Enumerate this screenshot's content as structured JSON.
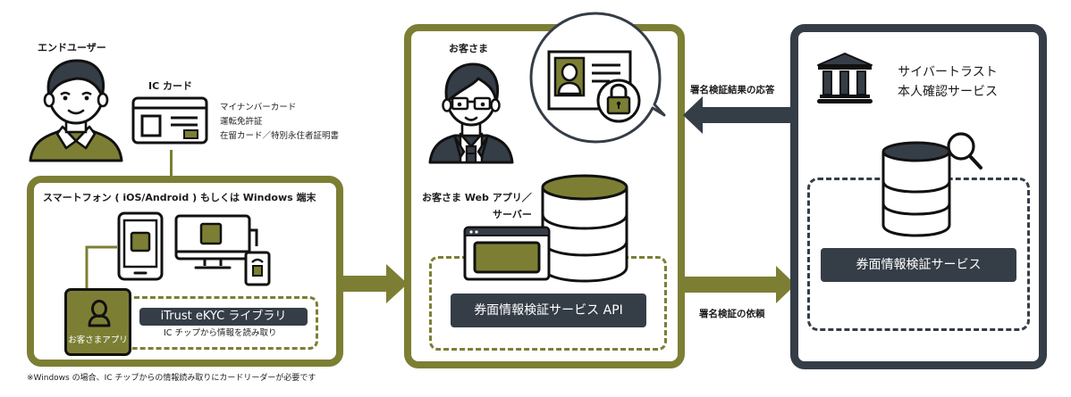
{
  "colors": {
    "olive": "#7c7f33",
    "dark": "#353d47",
    "white": "#ffffff"
  },
  "end_user": {
    "title": "エンドユーザー",
    "icon": "person-icon"
  },
  "ic_card": {
    "title": "IC カード",
    "icon": "id-card-icon",
    "types": [
      "マイナンバーカード",
      "運転免許証",
      "在留カード／特別永住者証明書"
    ]
  },
  "device_box": {
    "title": "スマートフォン ( iOS/Android ) もしくは Windows 端末",
    "icons": [
      "smartphone-icon",
      "monitor-icon",
      "card-reader-icon"
    ],
    "app_label": "お客さまアプリ",
    "library_label": "iTrust eKYC ライブラリ",
    "library_caption": "IC チップから情報を読み取り",
    "footnote": "※Windows の場合、IC チップからの情報読み取りにカードリーダーが必要です"
  },
  "customer_box": {
    "title": "お客さま",
    "web_label_line1": "お客さま Web アプリ／",
    "web_label_line2": "サーバー",
    "api_label": "券面情報検証サービス API",
    "icons": [
      "businessman-icon",
      "id-card-lock-icon",
      "database-icon",
      "browser-window-icon"
    ]
  },
  "cybertrust_box": {
    "title_line1": "サイバートラスト",
    "title_line2": "本人確認サービス",
    "service_label": "券面情報検証サービス",
    "icons": [
      "bank-building-icon",
      "database-search-icon"
    ]
  },
  "arrows": {
    "response_label": "署名検証結果の応答",
    "request_label": "署名検証の依頼"
  }
}
